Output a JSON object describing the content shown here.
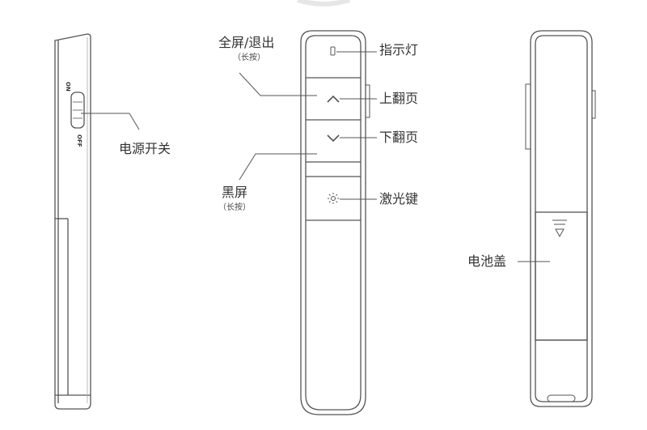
{
  "labels": {
    "power_switch": "电源开关",
    "on": "ON",
    "off": "OFF",
    "fullscreen_exit": "全屏/退出",
    "long_press_1": "（长按）",
    "indicator_light": "指示灯",
    "page_up": "上翻页",
    "page_down": "下翻页",
    "black_screen": "黑屏",
    "long_press_2": "（长按）",
    "laser_key": "激光键",
    "battery_cover": "电池盖"
  },
  "icons": {
    "page_up_button": "chevron-up-icon",
    "page_down_button": "chevron-down-icon",
    "laser_button": "sun-icon",
    "indicator": "led-icon",
    "battery_cover": "open-arrow-icon"
  },
  "colors": {
    "outline": "#555555",
    "text": "#333333",
    "background": "#ffffff"
  }
}
